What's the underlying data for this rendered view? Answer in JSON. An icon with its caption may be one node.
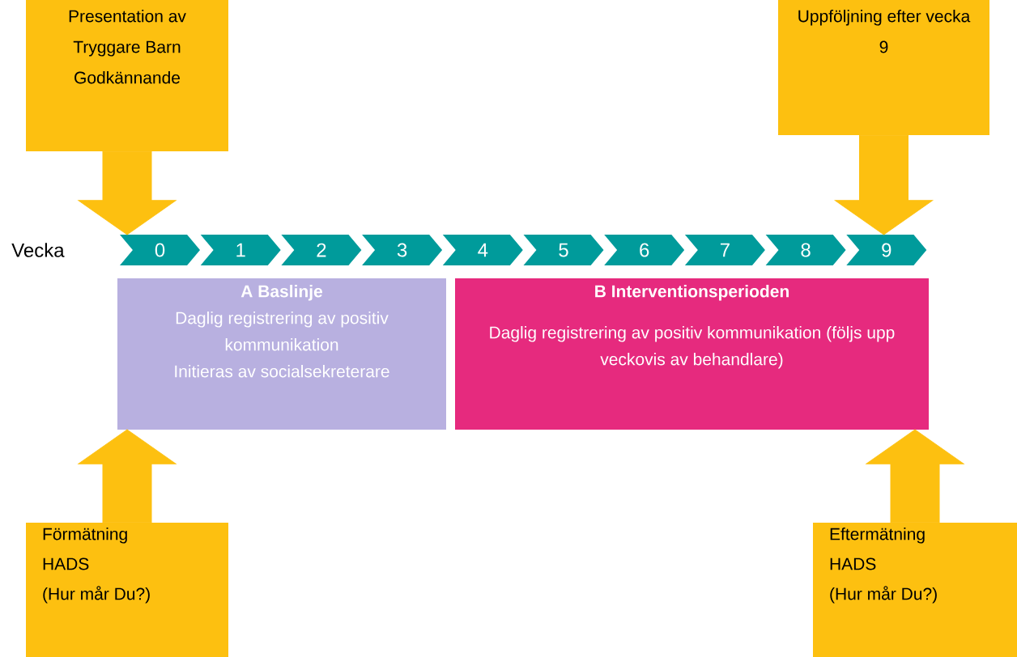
{
  "diagram": {
    "nodes": [
      {
        "text": [
          "Presentation av Tryggare Barn",
          "Godkännande"
        ]
      },
      {
        "text": [
          "Uppföljning efter vecka 9"
        ]
      },
      {
        "text": [
          "0"
        ]
      },
      {
        "text": [
          "1"
        ]
      },
      {
        "text": [
          "2"
        ]
      },
      {
        "text": [
          "3"
        ]
      },
      {
        "text": [
          "4"
        ]
      },
      {
        "text": [
          "5"
        ]
      },
      {
        "text": [
          "6"
        ]
      },
      {
        "text": [
          "7"
        ]
      },
      {
        "text": [
          "8"
        ]
      },
      {
        "text": [
          "9"
        ]
      },
      {
        "text": [
          "A Baslinje",
          "Daglig registrering av positiv kommunikation",
          "Initieras av socialsekreterare"
        ]
      },
      {
        "text": [
          "B Interventionsperioden",
          "Daglig registrering av positiv kommunikation (följs upp veckovis av behandlare)"
        ]
      },
      {
        "text": [
          "Förmätning",
          "HADS",
          "(Hur mår Du?)"
        ]
      },
      {
        "text": [
          "Eftermätning",
          "HADS",
          "(Hur mår Du?)"
        ]
      }
    ],
    "edges": [
      {
        "from": 0,
        "to": 2,
        "arrow": "to",
        "style": "thick"
      },
      {
        "from": 1,
        "to": 11,
        "arrow": "to",
        "style": "thick"
      },
      {
        "from": 14,
        "to": 12,
        "arrow": "to",
        "style": "thick"
      },
      {
        "from": 15,
        "to": 13,
        "arrow": "to",
        "style": "thick"
      }
    ],
    "labels": [
      "Vecka"
    ]
  }
}
